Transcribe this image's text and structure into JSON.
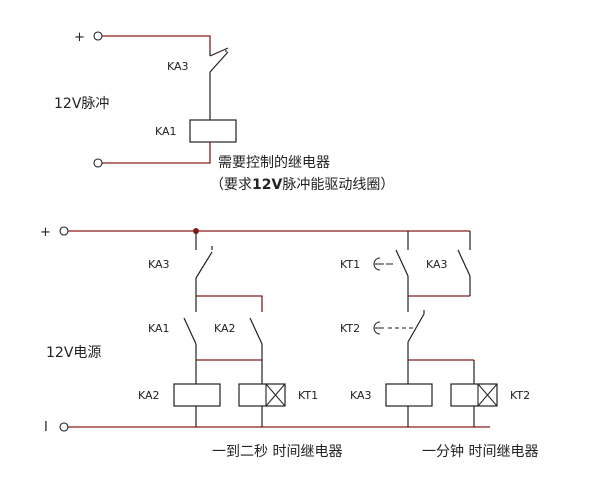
{
  "top": {
    "plus": "+",
    "ka3": "KA3",
    "ka1": "KA1",
    "supply": "12V脉冲",
    "caption_line1": "需要控制的继电器",
    "caption_line2_pre": "（要求",
    "caption_line2_bold": "12V",
    "caption_line2_post": "脉冲能驱动线圈）"
  },
  "bottom": {
    "plus": "+",
    "minus": "I",
    "supply": "12V电源",
    "left": {
      "ka3": "KA3",
      "ka1": "KA1",
      "ka2_contact": "KA2",
      "ka2_coil": "KA2",
      "kt1": "KT1",
      "caption": "一到二秒 时间继电器"
    },
    "right": {
      "kt1": "KT1",
      "ka3_contact": "KA3",
      "kt2_contact": "KT2",
      "ka3_coil": "KA3",
      "kt2_coil": "KT2",
      "caption": "一分钟 时间继电器"
    }
  },
  "colors": {
    "wire": "#8b1a1a",
    "line": "#222222",
    "junction": "#8b1a1a"
  }
}
